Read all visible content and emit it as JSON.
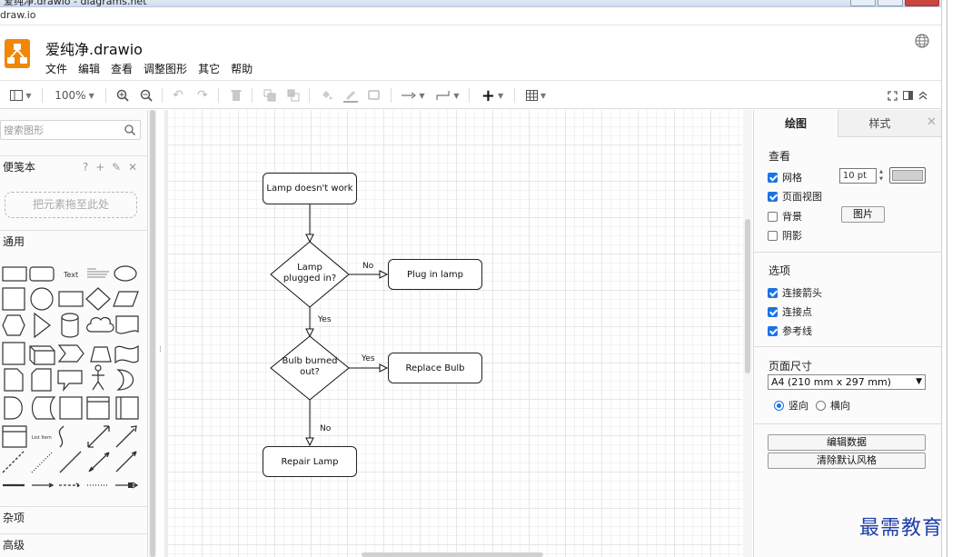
{
  "window": {
    "title": "爱纯净.drawio - diagrams.net",
    "url": "draw.io"
  },
  "header": {
    "app_title": "爱纯净.drawio",
    "menu": [
      "文件",
      "编辑",
      "查看",
      "调整图形",
      "其它",
      "帮助"
    ]
  },
  "toolbar": {
    "zoom": "100%"
  },
  "sidebar": {
    "search_placeholder": "搜索图形",
    "scratchpad_title": "便笺本",
    "scratchpad_tools": "? + ✎ ✕",
    "dropzone_text": "把元素拖至此处",
    "general_title": "通用",
    "misc_title": "杂项",
    "advanced_title": "高级",
    "shape_text_label": "Text",
    "shape_list_label": "List Item"
  },
  "diagram": {
    "nodes": {
      "lamp_doesnt_work": "Lamp doesn't work",
      "lamp_plugged_in": "Lamp plugged in?",
      "plug_in_lamp": "Plug in lamp",
      "bulb_burned_out": "Bulb burned out?",
      "replace_bulb": "Replace Bulb",
      "repair_lamp": "Repair Lamp"
    },
    "edges": {
      "no_1": "No",
      "yes_1": "Yes",
      "yes_2": "Yes",
      "no_2": "No"
    }
  },
  "panel": {
    "tab_diagram": "绘图",
    "tab_style": "样式",
    "view_title": "查看",
    "grid_label": "网格",
    "grid_checked": true,
    "grid_size": "10 pt",
    "page_view_label": "页面视图",
    "page_view_checked": true,
    "background_label": "背景",
    "background_checked": false,
    "image_button": "图片",
    "shadow_label": "阴影",
    "shadow_checked": false,
    "options_title": "选项",
    "connection_arrows_label": "连接箭头",
    "connection_points_label": "连接点",
    "guides_label": "参考线",
    "paper_size_title": "页面尺寸",
    "paper_size_value": "A4 (210 mm x 297 mm)",
    "portrait_label": "竖向",
    "landscape_label": "横向",
    "edit_data_button": "编辑数据",
    "clear_style_button": "清除默认风格"
  },
  "watermark": "最需教育",
  "colors": {
    "accent": "#1a73e8",
    "logo": "#f08705",
    "watermark": "#1f3fa8"
  }
}
